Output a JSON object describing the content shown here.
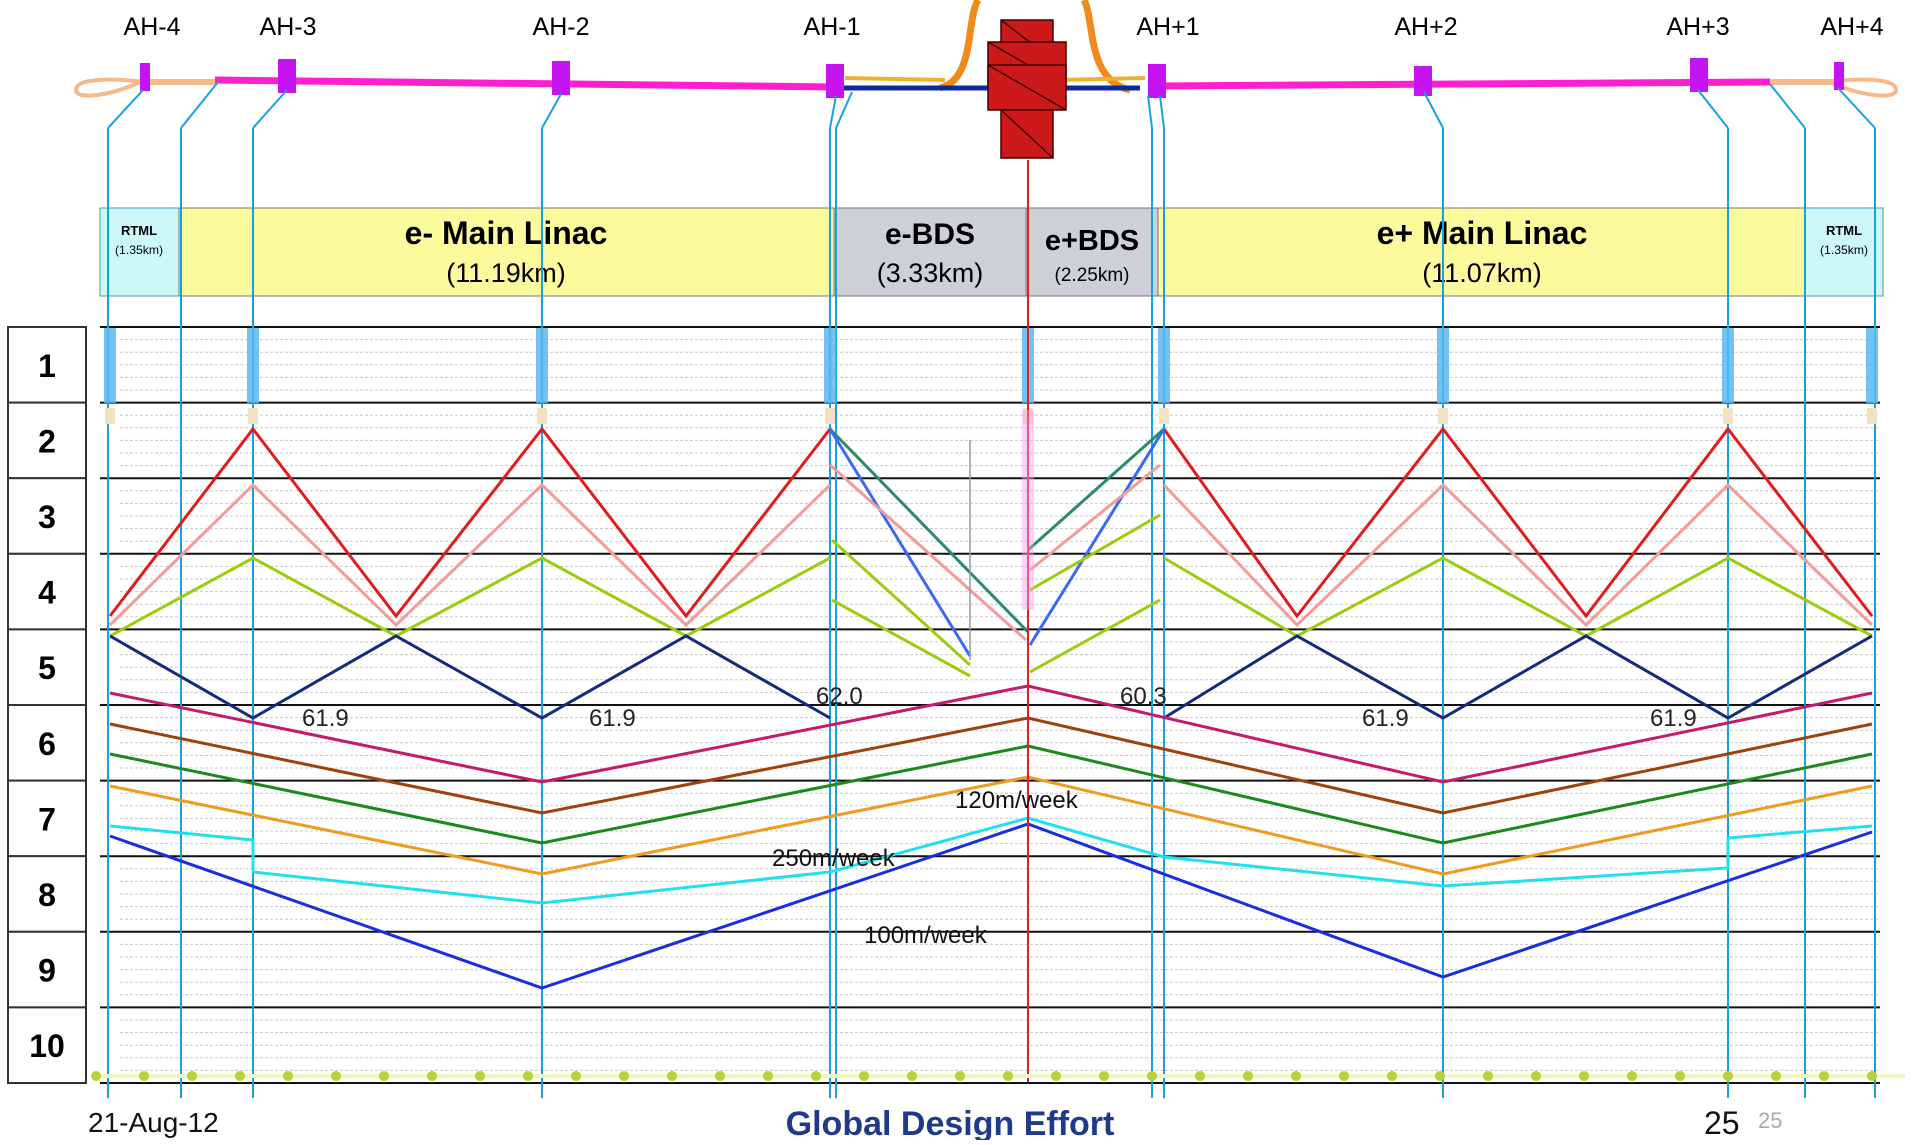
{
  "access_halls": [
    "AH-4",
    "AH-3",
    "AH-2",
    "AH-1",
    "AH+1",
    "AH+2",
    "AH+3",
    "AH+4"
  ],
  "sections": {
    "rtml_left": {
      "name": "RTML",
      "length": "(1.35km)"
    },
    "e_linac": {
      "name": "e- Main Linac",
      "length": "(11.19km)"
    },
    "e_bds": {
      "name": "e-BDS",
      "length": "(3.33km)"
    },
    "p_bds": {
      "name": "e+BDS",
      "length": "(2.25km)"
    },
    "p_linac": {
      "name": "e+ Main Linac",
      "length": "(11.07km)"
    },
    "rtml_right": {
      "name": "RTML",
      "length": "(1.35km)"
    }
  },
  "rows": [
    "1",
    "2",
    "3",
    "4",
    "5",
    "6",
    "7",
    "8",
    "9",
    "10"
  ],
  "value_labels": [
    "61.9",
    "61.9",
    "62.0",
    "60.3",
    "61.9",
    "61.9"
  ],
  "rate_labels": [
    "120m/week",
    "250m/week",
    "100m/week"
  ],
  "footer": {
    "date": "21-Aug-12",
    "center": "Global Design Effort",
    "page": "25",
    "page_small": "25"
  },
  "colors": {
    "beamline": "#ff1ed2",
    "access_hall": "#c614f0",
    "rtml_box": "#ccf8fa",
    "linac_box": "#fbfa9c",
    "bds_box": "#cdd1d5",
    "footer_title": "#1f3a8a",
    "tunnel_line": "#18a0e0",
    "ip_line": "#e02020",
    "detector": "#cc1a1a"
  }
}
